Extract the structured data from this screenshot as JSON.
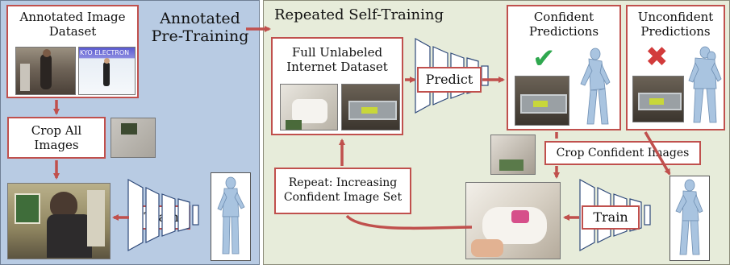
{
  "left": {
    "header": "Annotated\nPre-Training",
    "dataset_label": "Annotated Image\nDataset",
    "crop_label": "Crop All\nImages",
    "train_label": "Train",
    "sign_text": "KYO ELECTRON"
  },
  "right": {
    "header": "Repeated Self-Training",
    "unlabeled_label": "Full Unlabeled\nInternet Dataset",
    "predict_label": "Predict",
    "confident_label": "Confident\nPredictions",
    "unconfident_label": "Unconfident\nPredictions",
    "crop_confident_label": "Crop Confident Images",
    "repeat_label": "Repeat: Increasing\nConfident Image Set",
    "train_label": "Train"
  },
  "icons": {
    "check": "✔",
    "cross": "✖"
  },
  "colors": {
    "arrow": "#c0504d",
    "check": "#2fa84f",
    "cross": "#d23b3b",
    "mesh": "#a9c4e0"
  }
}
